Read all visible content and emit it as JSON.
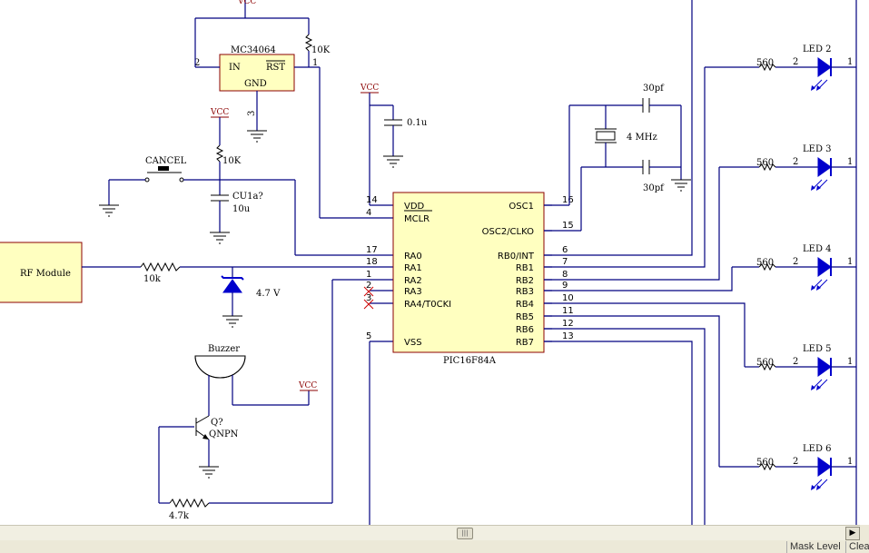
{
  "power": {
    "vcc": "VCC"
  },
  "reset_ic": {
    "name": "MC34064",
    "in": "IN",
    "rst": "RST",
    "gnd": "GND",
    "pin_in": "2",
    "pin_rst": "1",
    "pin_gnd": "3",
    "pullup": "10K"
  },
  "cap_decouple": {
    "value": "0.1u"
  },
  "cancel": {
    "label": "CANCEL",
    "pullup": "10K",
    "cap_ref": "CU1a?",
    "cap_value": "10u"
  },
  "rf_module": {
    "label": "RF Module",
    "resistor": "10k"
  },
  "zener": {
    "value": "4.7 V"
  },
  "buzzer": {
    "label": "Buzzer"
  },
  "transistor": {
    "ref": "Q?",
    "type": "QNPN",
    "base_resistor": "4.7k"
  },
  "crystal": {
    "freq": "4 MHz",
    "cap_top": "30pf",
    "cap_bottom": "30pf"
  },
  "mcu": {
    "name": "PIC16F84A",
    "left_pins": [
      {
        "num": "14",
        "name": "VDD"
      },
      {
        "num": "4",
        "name": "MCLR"
      },
      {
        "num": "17",
        "name": "RA0"
      },
      {
        "num": "18",
        "name": "RA1"
      },
      {
        "num": "1",
        "name": "RA2"
      },
      {
        "num": "2",
        "name": "RA3"
      },
      {
        "num": "3",
        "name": "RA4/T0CKI"
      },
      {
        "num": "5",
        "name": "VSS"
      }
    ],
    "right_pins": [
      {
        "num": "16",
        "name": "OSC1"
      },
      {
        "num": "15",
        "name": "OSC2/CLKO"
      },
      {
        "num": "6",
        "name": "RB0/INT"
      },
      {
        "num": "7",
        "name": "RB1"
      },
      {
        "num": "8",
        "name": "RB2"
      },
      {
        "num": "9",
        "name": "RB3"
      },
      {
        "num": "10",
        "name": "RB4"
      },
      {
        "num": "11",
        "name": "RB5"
      },
      {
        "num": "12",
        "name": "RB6"
      },
      {
        "num": "13",
        "name": "RB7"
      }
    ]
  },
  "leds": [
    {
      "name": "LED 2",
      "resistor": "560",
      "pin_a": "2",
      "pin_k": "1"
    },
    {
      "name": "LED 3",
      "resistor": "560",
      "pin_a": "2",
      "pin_k": "1"
    },
    {
      "name": "LED 4",
      "resistor": "560",
      "pin_a": "2",
      "pin_k": "1"
    },
    {
      "name": "LED 5",
      "resistor": "560",
      "pin_a": "2",
      "pin_k": "1"
    },
    {
      "name": "LED 6",
      "resistor": "560",
      "pin_a": "2",
      "pin_k": "1"
    }
  ],
  "status": {
    "mask_level": "Mask Level",
    "clear": "Clear"
  }
}
